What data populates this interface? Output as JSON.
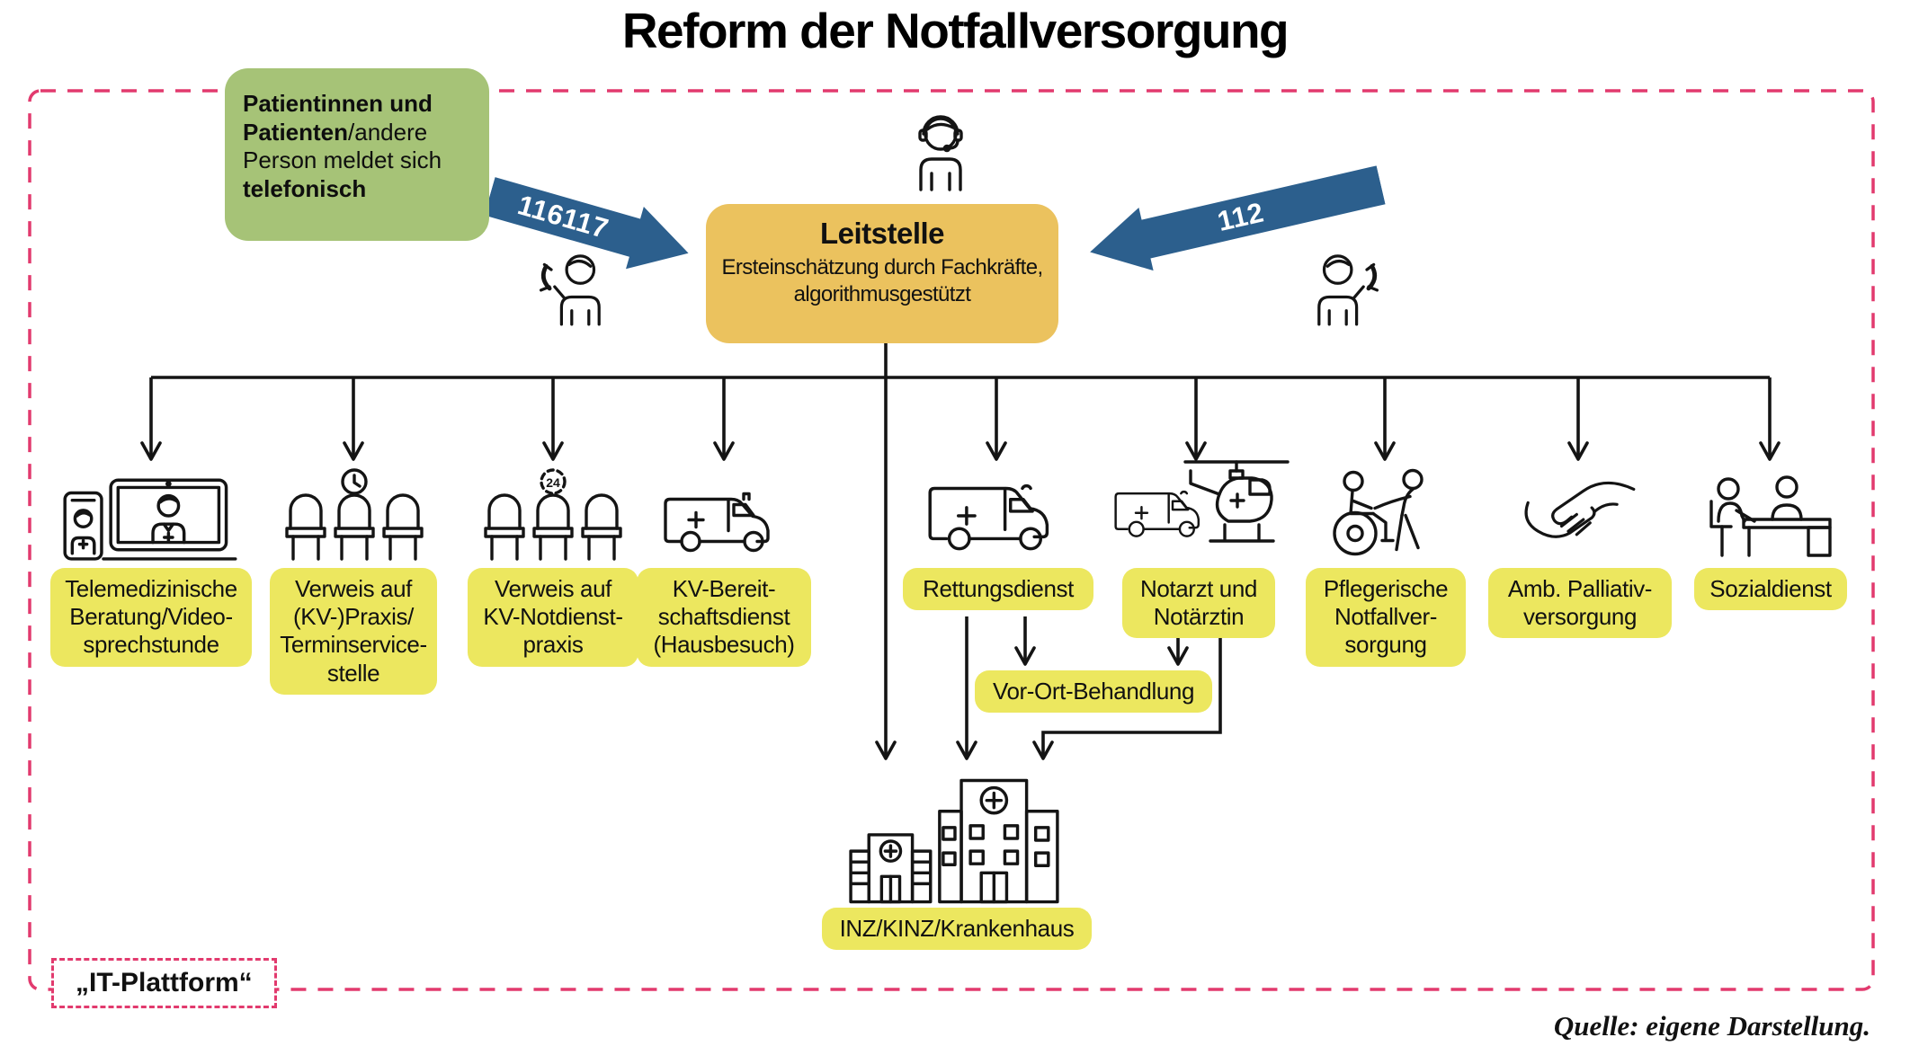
{
  "title": "Reform der Notfallversorgung",
  "patient_note": {
    "bold_lead": "Patientinnen und Patienten",
    "middle": "/andere Person meldet sich ",
    "bold_end": "telefonisch"
  },
  "hotline_arrows": {
    "left_number": "116117",
    "right_number": "112"
  },
  "leitstelle": {
    "title": "Leitstelle",
    "subtitle": "Ersteinschätzung durch Fachkräfte,\nalgorithmusgestützt"
  },
  "branches": [
    {
      "label": "Telemedizinische\nBeratung/Video-\nsprechstunde",
      "icon": "telemedicine-laptop-icon"
    },
    {
      "label": "Verweis auf\n(KV-)Praxis/\nTerminservice-\nstelle",
      "icon": "waiting-room-clock-icon"
    },
    {
      "label": "Verweis auf\nKV-Notdienst-\npraxis",
      "icon": "waiting-room-24h-icon"
    },
    {
      "label": "KV-Bereit-\nschaftsdienst\n(Hausbesuch)",
      "icon": "doctor-home-visit-car-icon"
    },
    {
      "label": "Rettungsdienst",
      "icon": "ambulance-icon"
    },
    {
      "label": "Notarzt und\nNotärztin",
      "icon": "ambulance-helicopter-icon"
    },
    {
      "label": "Pflegerische\nNotfallver-\nsorgung",
      "icon": "nursing-care-icon"
    },
    {
      "label": "Amb. Palliativ-\nversorgung",
      "icon": "holding-hands-icon"
    },
    {
      "label": "Sozialdienst",
      "icon": "social-service-desk-icon"
    }
  ],
  "secondary_nodes": {
    "on_site_treatment": "Vor-Ort-Behandlung",
    "hospital": "INZ/KINZ/Krankenhaus"
  },
  "it_platform_label": "„IT-Plattform“",
  "source_note": "Quelle: eigene Darstellung.",
  "colors": {
    "patient_box_green": "#a6c377",
    "leitstelle_orange": "#ebc25e",
    "label_yellow": "#ece75f",
    "arrow_blue": "#2c5f8d",
    "platform_border_pink": "#e23a6e"
  }
}
